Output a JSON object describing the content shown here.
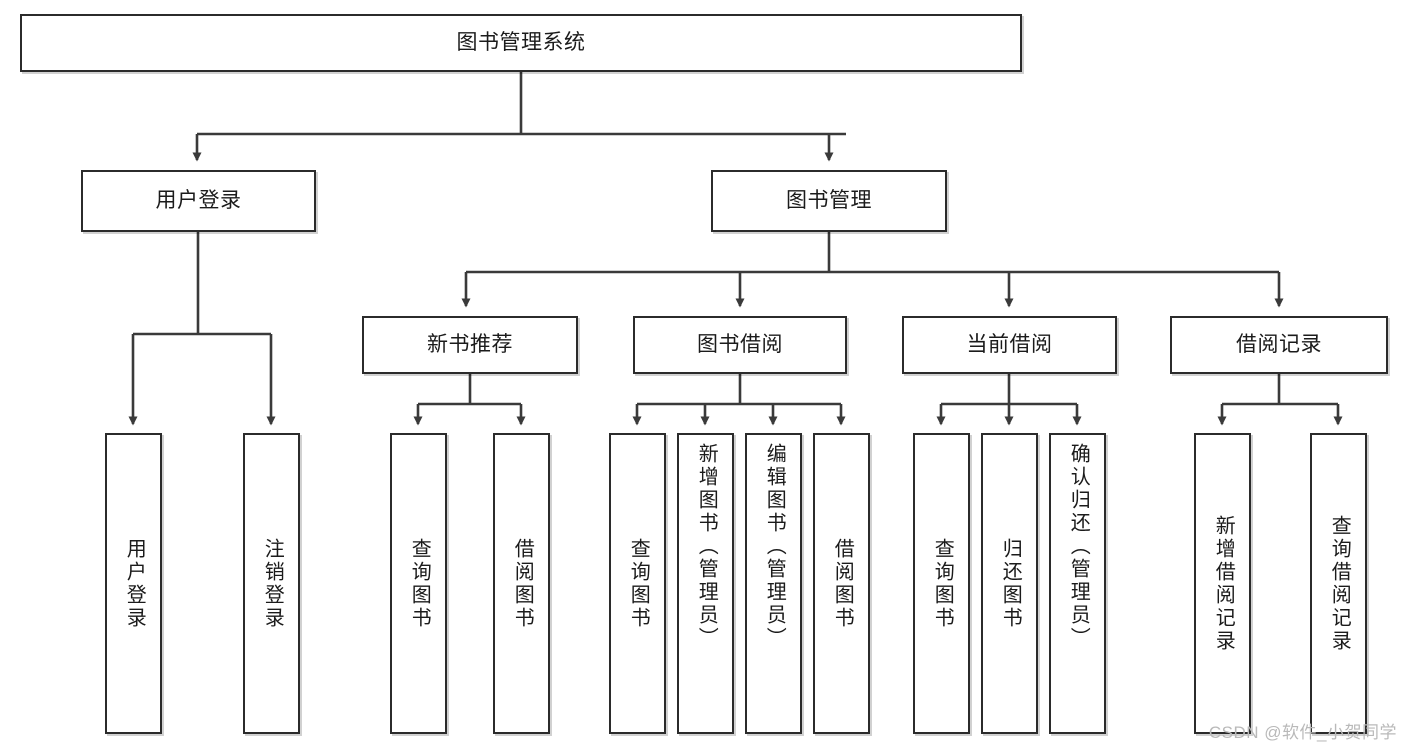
{
  "diagram": {
    "title": "图书管理系统",
    "type": "tree",
    "watermark": "CSDN @软件_小贺同学",
    "colors": {
      "box_border": "#2b2b2b",
      "box_fill": "#ffffff",
      "connector": "#3a3a3a",
      "text": "#1b1b1b",
      "watermark": "#b9b9b9"
    },
    "root": {
      "label": "图书管理系统",
      "orientation": "horizontal"
    },
    "level2": [
      {
        "label": "用户登录",
        "orientation": "horizontal"
      },
      {
        "label": "图书管理",
        "orientation": "horizontal"
      }
    ],
    "level3": [
      {
        "label": "新书推荐",
        "orientation": "horizontal",
        "parent": "图书管理"
      },
      {
        "label": "图书借阅",
        "orientation": "horizontal",
        "parent": "图书管理"
      },
      {
        "label": "当前借阅",
        "orientation": "horizontal",
        "parent": "图书管理"
      },
      {
        "label": "借阅记录",
        "orientation": "horizontal",
        "parent": "图书管理"
      }
    ],
    "leaves": {
      "用户登录": [
        {
          "label": "用户登录",
          "orientation": "vertical"
        },
        {
          "label": "注销登录",
          "orientation": "vertical"
        }
      ],
      "新书推荐": [
        {
          "label": "查询图书",
          "orientation": "vertical"
        },
        {
          "label": "借阅图书",
          "orientation": "vertical"
        }
      ],
      "图书借阅": [
        {
          "label": "查询图书",
          "orientation": "vertical"
        },
        {
          "label": "新增图书（管理员）",
          "orientation": "vertical"
        },
        {
          "label": "编辑图书（管理员）",
          "orientation": "vertical"
        },
        {
          "label": "借阅图书",
          "orientation": "vertical"
        }
      ],
      "当前借阅": [
        {
          "label": "查询图书",
          "orientation": "vertical"
        },
        {
          "label": "归还图书",
          "orientation": "vertical"
        },
        {
          "label": "确认归还（管理员）",
          "orientation": "vertical"
        }
      ],
      "借阅记录": [
        {
          "label": "新增借阅记录",
          "orientation": "vertical"
        },
        {
          "label": "查询借阅记录",
          "orientation": "vertical"
        }
      ]
    }
  }
}
